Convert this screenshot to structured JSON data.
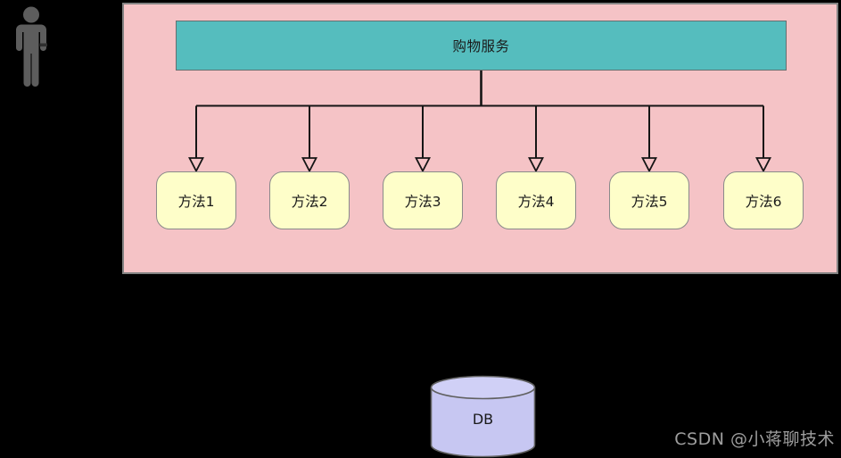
{
  "diagram": {
    "actor": {
      "icon": "person-icon",
      "color": "#5D5D5D"
    },
    "service": {
      "title": "购物服务",
      "container_fill": "#F5C3C6",
      "header_fill": "#55BDBE",
      "methods": [
        "方法1",
        "方法2",
        "方法3",
        "方法4",
        "方法5",
        "方法6"
      ],
      "method_fill": "#FEFEC9"
    },
    "connectors": {
      "color": "#151515",
      "arrow_style": "open-triangle-down"
    },
    "database": {
      "label": "DB",
      "fill": "#C7C7F2"
    }
  },
  "watermark": {
    "text": "CSDN @小蒋聊技术",
    "color": "#9E9E9E"
  },
  "canvas": {
    "background": "#000000"
  }
}
